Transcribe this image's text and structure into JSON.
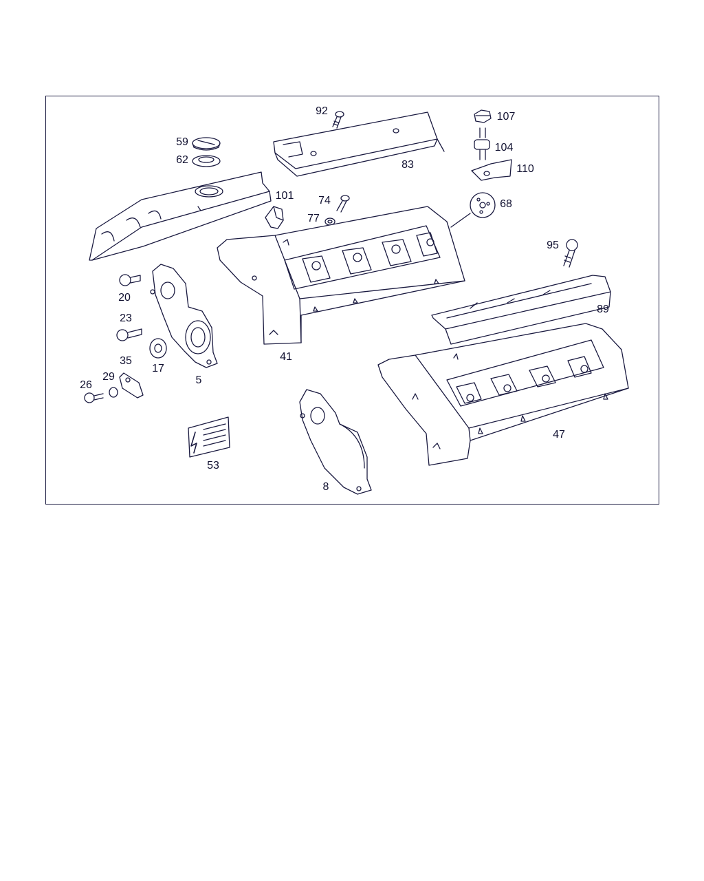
{
  "diagram": {
    "colors": {
      "line": "#1a1a40",
      "fill": "#ffffff"
    },
    "labels": {
      "p92": "92",
      "p107": "107",
      "p59": "59",
      "p62": "62",
      "p83": "83",
      "p104": "104",
      "p110": "110",
      "p101": "101",
      "p74": "74",
      "p77": "77",
      "p68": "68",
      "p95": "95",
      "p20": "20",
      "p23": "23",
      "p41": "41",
      "p89": "89",
      "p35": "35",
      "p17": "17",
      "p29": "29",
      "p26": "26",
      "p5": "5",
      "p47": "47",
      "p53": "53",
      "p8": "8"
    }
  }
}
